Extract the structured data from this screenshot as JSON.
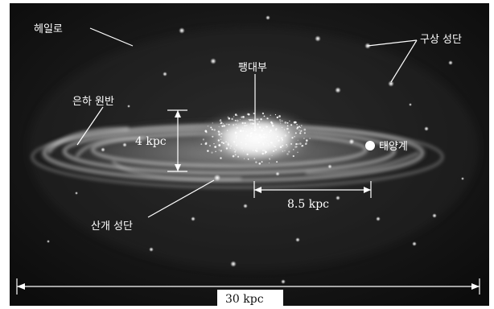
{
  "labels": {
    "halo": "헤일로",
    "bulge": "팽대부",
    "globular_cluster": "구상 성단",
    "disk": "은하 원반",
    "sun": "태양계",
    "open_cluster": "산개 성단"
  },
  "measurements": {
    "thickness": "4 kpc",
    "sun_distance": "8.5 kpc",
    "diameter": "30 kpc"
  },
  "colors": {
    "background": "#101010",
    "text": "#ffffff",
    "disk_glow": "#bfbfbf",
    "bulge": "#f2f2f2"
  }
}
